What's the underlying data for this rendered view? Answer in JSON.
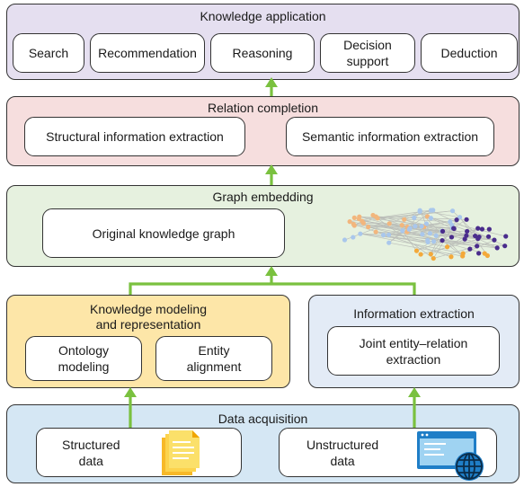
{
  "colors": {
    "knowledge_application": "#e5dff0",
    "relation_completion": "#f6dede",
    "graph_embedding": "#e6f1df",
    "knowledge_modeling": "#fde6a8",
    "information_extraction": "#e3ebf6",
    "data_acquisition": "#d5e7f4",
    "arrow": "#7ac13f"
  },
  "knowledge_application": {
    "title": "Knowledge application",
    "items": [
      "Search",
      "Recommendation",
      "Reasoning",
      "Decision\nsupport",
      "Deduction"
    ]
  },
  "relation_completion": {
    "title": "Relation completion",
    "items": [
      "Structural information extraction",
      "Semantic information extraction"
    ]
  },
  "graph_embedding": {
    "title": "Graph embedding",
    "items": [
      "Original knowledge graph"
    ]
  },
  "knowledge_modeling": {
    "title": "Knowledge modeling\nand representation",
    "items": [
      "Ontology\nmodeling",
      "Entity\nalignment"
    ]
  },
  "information_extraction": {
    "title": "Information extraction",
    "items": [
      "Joint entity–relation\nextraction"
    ]
  },
  "data_acquisition": {
    "title": "Data acquisition",
    "items": [
      "Structured\ndata",
      "Unstructured\ndata"
    ]
  },
  "icons": [
    "document-icon",
    "web-globe-icon",
    "network-graph-icon"
  ]
}
